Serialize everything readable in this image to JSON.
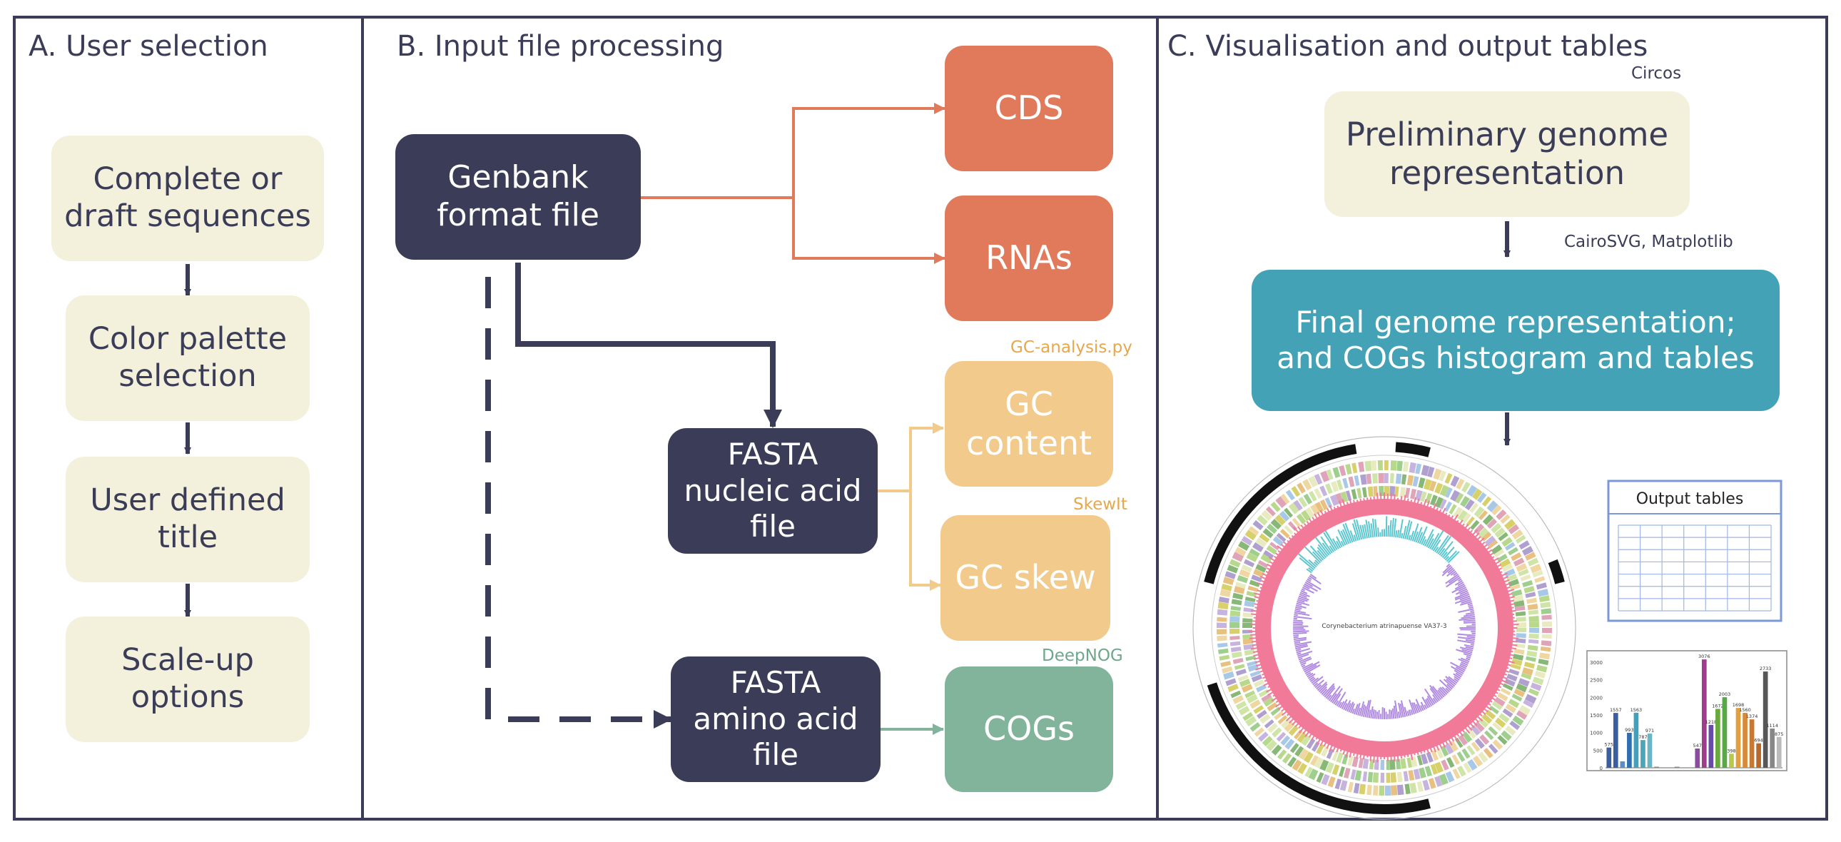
{
  "panels": {
    "a": {
      "title": "A. User selection",
      "steps": [
        {
          "line1": "Complete or",
          "line2": "draft sequences"
        },
        {
          "line1": "Color palette",
          "line2": "selection"
        },
        {
          "line1": "User defined",
          "line2": "title"
        },
        {
          "line1": "Scale-up",
          "line2": "options"
        }
      ]
    },
    "b": {
      "title": "B. Input file processing",
      "genbank": {
        "line1": "Genbank",
        "line2": "format file"
      },
      "fasta_nucleic": {
        "line1": "FASTA",
        "line2": "nucleic acid",
        "line3": "file"
      },
      "fasta_amino": {
        "line1": "FASTA",
        "line2": "amino acid",
        "line3": "file"
      },
      "cds": "CDS",
      "rnas": "RNAs",
      "gc_content": {
        "line1": "GC",
        "line2": "content"
      },
      "gc_skew": "GC skew",
      "cogs": "COGs",
      "tools": {
        "gc_analysis": "GC-analysis.py",
        "skewit": "SkewIt",
        "deepnog": "DeepNOG"
      }
    },
    "c": {
      "title": "C. Visualisation and output tables",
      "preliminary": {
        "line1": "Preliminary genome",
        "line2": "representation"
      },
      "final": {
        "line1": "Final genome representation;",
        "line2": "and COGs histogram and tables"
      },
      "tools": {
        "circos": "Circos",
        "cairosvg": "CairoSVG, Matplotlib"
      },
      "output_tables_label": "Output tables",
      "circle_caption": "Corynebacterium atrinapuense VA37-3"
    }
  },
  "colors": {
    "navy": "#3b3d58",
    "cream": "#f3f0dc",
    "salmon": "#e17a5b",
    "peach": "#f2cb8c",
    "green": "#82b49b",
    "teal": "#44a2b6",
    "tool_gc": "#e7a84b",
    "tool_deepnog": "#6fa78b"
  },
  "histogram": {
    "values": [
      575,
      1557,
      183,
      993,
      1563,
      787,
      971,
      30,
      0,
      0,
      30,
      0,
      0,
      547,
      3076,
      1218,
      1672,
      2003,
      398,
      1698,
      1560,
      1374,
      694,
      2733,
      1114,
      875
    ],
    "labels": [
      "575",
      "1557",
      "",
      "993",
      "1563",
      "787",
      "971",
      "",
      "",
      "",
      "",
      "",
      "",
      "547",
      "3076",
      "1218",
      "1672",
      "2003",
      "398",
      "1698",
      "1560",
      "1374",
      "694",
      "2733",
      "1114",
      "875"
    ],
    "y_ticks": [
      "0",
      "500",
      "1000",
      "1500",
      "2000",
      "2500",
      "3000"
    ],
    "ymax": 3200
  }
}
